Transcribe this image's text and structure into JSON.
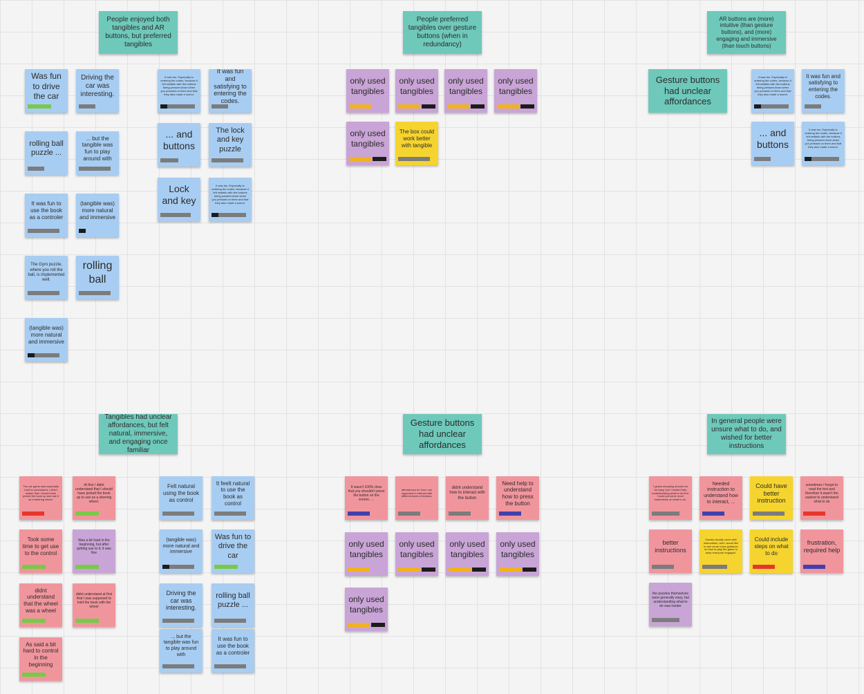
{
  "board": {
    "headers": [
      "People enjoyed both tangibles and AR buttons, but preferred tangibles",
      "People preferred tangibles over gesture buttons (when in redundancy)",
      "AR buttons are (more) intuitive (than gesture buttons), and (more) engaging and immersive (than touch buttons)",
      "Tangibles had unclear affordances, but felt natural, immersive, and engaging once familiar",
      "Gesture buttons had unclear affordances",
      "In general people were unsure what to do, and wished for better instructions"
    ],
    "notes": [
      "Was fun to drive the car",
      "Driving the car was interesting.",
      "It was fun. Especially to entering the codes, because it felt realistic with the buttons being pressed down when you pressed on them and that they also made a sound.",
      "It was fun and satisfying to entering the codes.",
      "rolling ball puzzle ...",
      "... but the tangible was fun to play around with",
      "... and buttons",
      "The lock and key puzzle",
      "Lock and key",
      "It was fun. Especially to entering the codes, because it felt realistic with the buttons being pressed down when you pressed on them and that they also made a sound.",
      "It was fun to use the book as a controler",
      "(tangible was) more natural and immersive",
      "The Gyro puzzle, where you roll the ball, is implemented well.",
      "rolling ball",
      "(tangible was) more natural and immersive",
      "only used tangibles",
      "only used tangibles",
      "only used tangibles",
      "only used tangibles",
      "only used tangibles",
      "The box could work better with tangible",
      "Gesture buttons had unclear affordances",
      "It was fun. Especially to entering the codes, because it felt realistic with the buttons being pressed down when you pressed on them and that they also made a sound.",
      "It was fun and satisfying to entering the codes.",
      "... and buttons",
      "It was fun. Especially to entering the codes, because it felt realistic with the buttons being pressed down when you pressed on them and that they also made a sound.",
      "The car game was especially hard to understand. I didn't realise that I should have picked the book up and use it as a steering wheel.",
      "At first I didnt understand that I should have picked the book up to use as a steering wheel.",
      "Felt natural using the book as control",
      "It feelt natural to use the book as control",
      "Took some time to get use to the control",
      "Was a bit hard in the beginning, but after getting use to it, it was fine",
      "(tangible was) more natural and immersive",
      "Was fun to drive the car",
      "didnt understand that the wheel was a wheel",
      "didnt understand at first that I was supposed to hold the book with the wheel",
      "Driving the car was interesting.",
      "rolling ball puzzle ...",
      "As said a bit hard to control in the beginning",
      "... but the tangible was fun to play around with",
      "It was fun to use the book as a controler",
      "It wasn't 100% clear that you shouldn't press the button on the screen. ...",
      "affordances for how I am supposed to interact with different kinds of buttons.",
      "didnt understand how to interact with the button",
      "Need help to understand how to press the button",
      "only used tangibles",
      "only used tangibles",
      "only used tangibles",
      "only used tangibles",
      "only used tangibles",
      "I guess escaping should not be easy, but I needed help understanding what to do first. Could put some more instructions on what to do.",
      "Needed instruction to understand how to interact, ...",
      "Could have better instruction",
      "sometimes I forgot to read the text and therefore it wasn't the easiest to understand what to do",
      "better instructions",
      "Games usually come with instructions, and I would like to see some more guidance on how to play the game to keep everyone engaged.",
      "Could include steps on what to do",
      "frustration, required help",
      "the puzzles themselves were generally easy, but understanding what to do was harder"
    ]
  }
}
